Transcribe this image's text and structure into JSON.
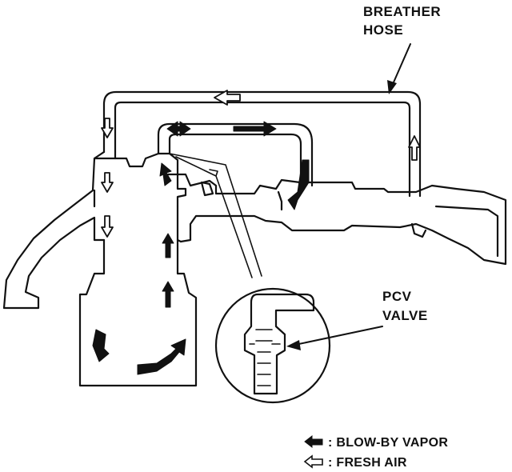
{
  "labels": {
    "breather_line1": "BREATHER",
    "breather_line2": "HOSE",
    "pcv_line1": "PCV",
    "pcv_line2": "VALVE"
  },
  "legend": {
    "blowby": ": BLOW-BY VAPOR",
    "fresh": ": FRESH AIR"
  },
  "colors": {
    "ink": "#111111",
    "paper": "#ffffff"
  }
}
